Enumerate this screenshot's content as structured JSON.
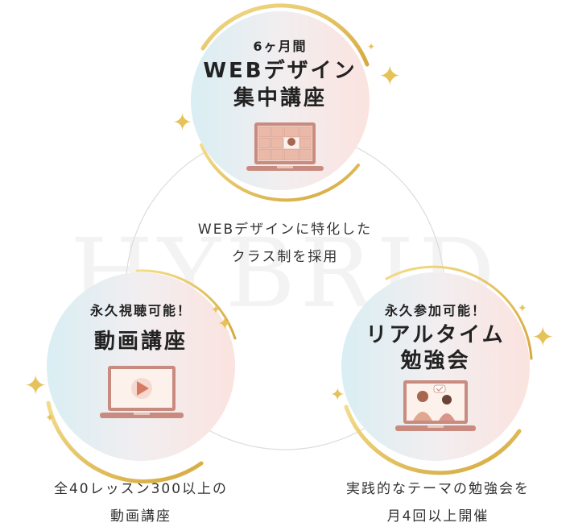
{
  "watermark": "HYBRID",
  "top_circle": {
    "small_label": "6ヶ月間",
    "title_line1": "WEBデザイン",
    "title_line2": "集中講座"
  },
  "center_caption": {
    "line1": "WEBデザインに特化した",
    "line2": "クラス制を採用"
  },
  "left_circle": {
    "small_label": "永久視聴可能！",
    "title_line1": "動画講座"
  },
  "right_circle": {
    "small_label": "永久参加可能！",
    "title_line1": "リアルタイム",
    "title_line2": "勉強会"
  },
  "left_caption": {
    "line1": "全40レッスン300以上の",
    "line2": "動画講座"
  },
  "right_caption": {
    "line1": "実践的なテーマの勉強会を",
    "line2": "月4回以上開催"
  },
  "colors": {
    "gold": "#e6c25a",
    "laptop": "#c98b7f",
    "play": "#d57a63",
    "gradient_left": "#d9eef3",
    "gradient_right": "#fbe3df"
  },
  "icons": [
    "laptop-video-call-icon",
    "laptop-play-icon",
    "laptop-chat-icon",
    "sparkle-icon"
  ]
}
